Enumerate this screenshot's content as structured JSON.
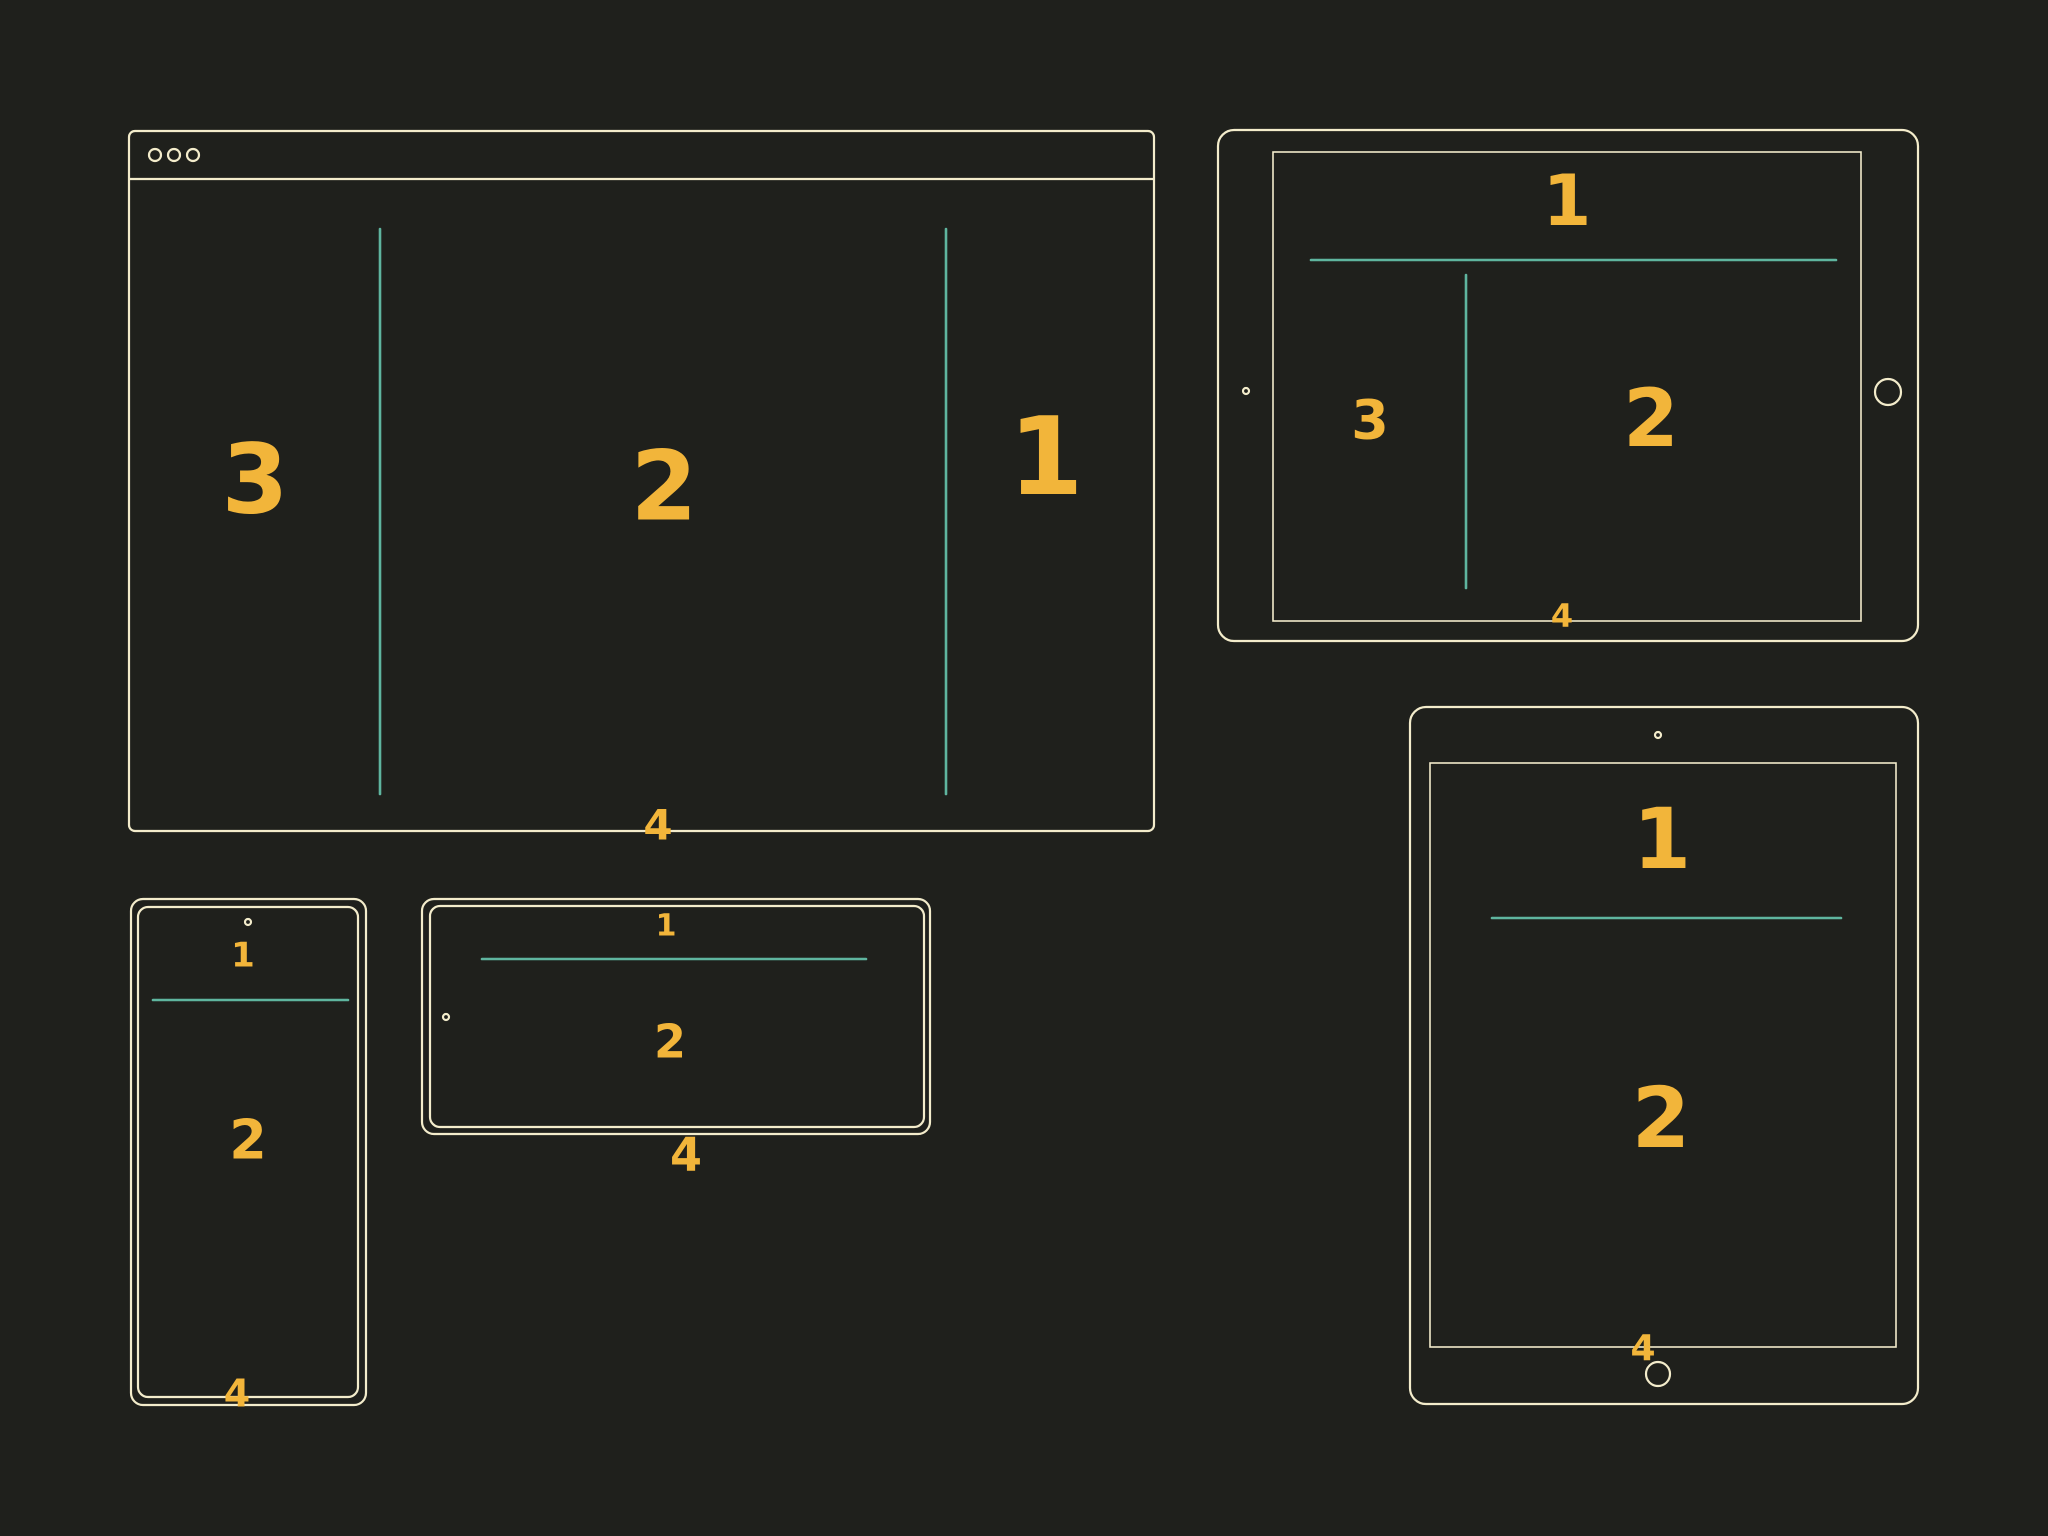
{
  "colors": {
    "background": "#1f201c",
    "frame": "#f3eccb",
    "divider": "#5fb59f",
    "label": "#f2b53a"
  },
  "browser": {
    "window_dots": [
      "dot",
      "dot",
      "dot"
    ],
    "labels": {
      "left": "3",
      "center": "2",
      "right": "1",
      "bottom": "4"
    }
  },
  "tablet_landscape": {
    "labels": {
      "top": "1",
      "left": "3",
      "main": "2",
      "bottom": "4"
    }
  },
  "tablet_portrait": {
    "labels": {
      "top": "1",
      "main": "2",
      "bottom": "4"
    }
  },
  "phone_portrait": {
    "labels": {
      "top": "1",
      "main": "2",
      "bottom": "4"
    }
  },
  "phone_landscape": {
    "labels": {
      "top": "1",
      "main": "2",
      "bottom": "4"
    }
  }
}
